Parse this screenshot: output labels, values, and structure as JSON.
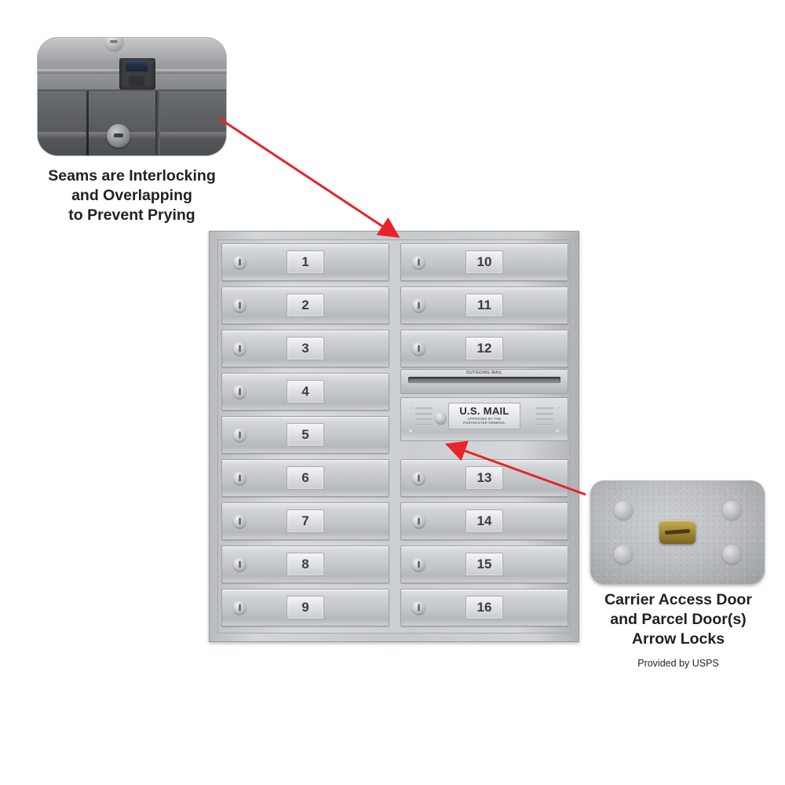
{
  "page": {
    "background": "#ffffff",
    "arrow_color": "#e8232a"
  },
  "callouts": {
    "seams": {
      "caption_lines": [
        "Seams are Interlocking",
        "and Overlapping",
        "to Prevent Prying"
      ],
      "photo_name": "interlocking-seam-detail-photo"
    },
    "arrow_lock": {
      "caption_lines": [
        "Carrier Access Door",
        "and Parcel Door(s)",
        "Arrow Locks"
      ],
      "subcaption": "Provided by USPS",
      "photo_name": "arrow-lock-detail-photo"
    }
  },
  "mailbox": {
    "title": "16-door front-loading horizontal mailbox",
    "left_column_doors": [
      "1",
      "2",
      "3",
      "4",
      "5",
      "6",
      "7",
      "8",
      "9"
    ],
    "right_column_doors": [
      "10",
      "11",
      "12"
    ],
    "right_lower_doors": [
      "13",
      "14",
      "15",
      "16"
    ],
    "outgoing_slot_label": "OUTGOING MAIL",
    "carrier_panel": {
      "line1": "U.S. MAIL",
      "line2": "APPROVED BY THE",
      "line3": "POSTMASTER GENERAL"
    }
  }
}
